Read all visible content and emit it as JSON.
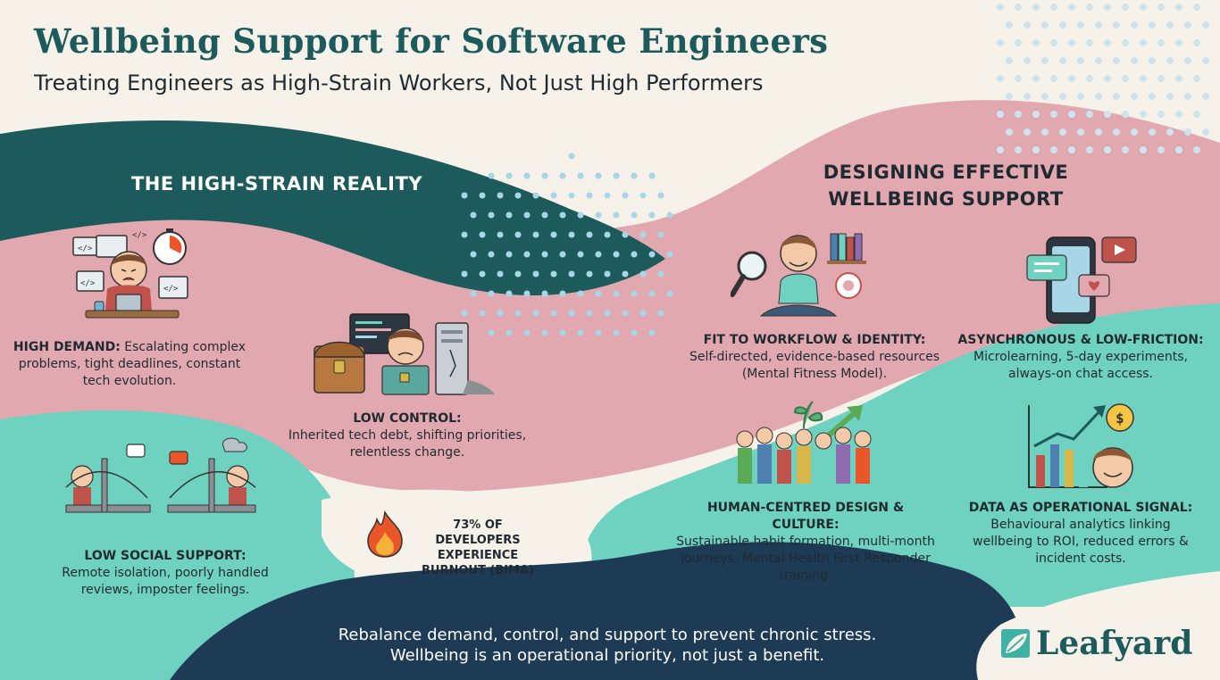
{
  "header": {
    "title": "Wellbeing Support for Software Engineers",
    "subtitle": "Treating Engineers as High-Strain Workers, Not Just High Performers"
  },
  "strain_section": {
    "heading": "THE HIGH-STRAIN REALITY",
    "cards": [
      {
        "label": "HIGH DEMAND:",
        "text": "Escalating complex problems, tight deadlines, constant tech evolution.",
        "icon": "stressed-developer-icon"
      },
      {
        "label": "LOW CONTROL:",
        "text": "Inherited tech debt, shifting priorities, relentless change.",
        "icon": "tech-debt-icon"
      },
      {
        "label": "LOW SOCIAL SUPPORT:",
        "text": "Remote isolation, poorly handled reviews, imposter feelings.",
        "icon": "broken-bridge-icon"
      }
    ],
    "burnout_stat": "73% OF DEVELOPERS EXPERIENCE BURNOUT (BIMA)",
    "burnout_icon": "flame-icon"
  },
  "support_section": {
    "heading_line1": "DESIGNING EFFECTIVE",
    "heading_line2": "WELLBEING SUPPORT",
    "cards": [
      {
        "label": "FIT TO WORKFLOW & IDENTITY:",
        "text": "Self-directed, evidence-based resources (Mental Fitness Model).",
        "icon": "meditating-engineer-icon"
      },
      {
        "label": "ASYNCHRONOUS & LOW-FRICTION:",
        "text": "Microlearning, 5-day experiments, always-on chat access.",
        "icon": "phone-chat-icon"
      },
      {
        "label": "HUMAN-CENTRED DESIGN & CULTURE:",
        "text": "Sustainable habit formation, multi-month journeys, Mental Health First Responder training.",
        "icon": "team-growth-icon"
      },
      {
        "label": "DATA AS OPERATIONAL SIGNAL:",
        "text": "Behavioural analytics linking wellbeing to ROI, reduced errors & incident costs.",
        "icon": "growth-chart-icon"
      }
    ]
  },
  "footer": {
    "line1": "Rebalance demand, control, and support to prevent chronic stress.",
    "line2": "Wellbeing is an operational priority, not just a benefit."
  },
  "brand": {
    "name": "Leafyard",
    "icon": "leafyard-logo-icon"
  },
  "colors": {
    "teal_dark": "#1d5a5c",
    "pink": "#e2a8b0",
    "mint": "#6fd1c0",
    "navy": "#1d3b55",
    "cream": "#f6f2ea",
    "accent_orange": "#e8562a"
  }
}
